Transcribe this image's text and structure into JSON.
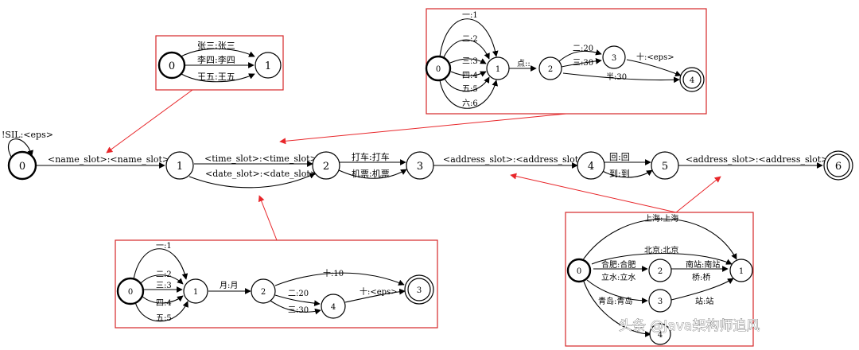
{
  "main_graph": {
    "nodes": [
      "0",
      "1",
      "2",
      "3",
      "4",
      "5",
      "6"
    ],
    "self_loop": "!SIL:<eps>",
    "edges": [
      "<name_slot>:<name_slot>",
      "<time_slot>:<time_slot>",
      "<date_slot>:<date_slot>",
      "打车:打车",
      "机票:机票",
      "<address_slot>:<address_slot>",
      "回:回",
      "到:到",
      "<address_slot>:<address_slot>"
    ]
  },
  "name_box": {
    "nodes": [
      "0",
      "1"
    ],
    "edges": [
      "张三:张三",
      "李四:李四",
      "王五:王五"
    ]
  },
  "time_box": {
    "nodes": [
      "0",
      "1",
      "2",
      "3",
      "4"
    ],
    "edges": [
      "一:1",
      "二:2",
      "三:3",
      "四:4",
      "五:5",
      "六:6",
      "点::",
      "二:20",
      "三:30",
      "十:<eps>",
      "半:30"
    ]
  },
  "date_box": {
    "nodes": [
      "0",
      "1",
      "2",
      "3",
      "4"
    ],
    "edges": [
      "一:1",
      "二:2",
      "三:3",
      "四:4",
      "五:5",
      "月:月",
      "十:10",
      "二:20",
      "三:30",
      "十:<eps>"
    ]
  },
  "address_box": {
    "nodes": [
      "0",
      "1",
      "2",
      "3",
      "4"
    ],
    "edges": [
      "上海:上海",
      "北京:北京",
      "合肥:合肥",
      "立水:立水",
      "南站:南站",
      "桥:桥",
      "青岛:青岛",
      "站:站"
    ]
  },
  "watermark": "头条 @Java架构师追风",
  "colors": {
    "highlight": "#e8262a",
    "box": "#d62728",
    "ink": "#000000"
  }
}
